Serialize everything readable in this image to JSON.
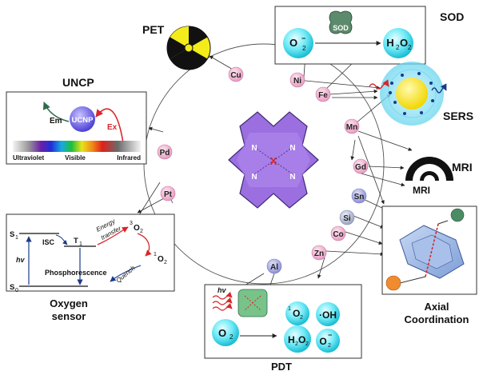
{
  "labels": {
    "pet": "PET",
    "sod": "SOD",
    "sers": "SERS",
    "mri": "MRI",
    "uncp": "UNCP",
    "oxygen_sensor_1": "Oxygen",
    "oxygen_sensor_2": "sensor",
    "pdt": "PDT",
    "axial_1": "Axial",
    "axial_2": "Coordination"
  },
  "elements": {
    "cu": "Cu",
    "ni": "Ni",
    "fe": "Fe",
    "mn": "Mn",
    "gd": "Gd",
    "sn": "Sn",
    "si": "Si",
    "co": "Co",
    "zn": "Zn",
    "al": "Al",
    "pt": "Pt",
    "pd": "Pd"
  },
  "porphyrin": {
    "n": "N",
    "metal": "X"
  },
  "sod_panel": {
    "enzyme": "SOD",
    "reactant": "O",
    "product": "H",
    "sub2": "2",
    "charge": "−"
  },
  "uncp_panel": {
    "nanoparticle": "UCNP",
    "em": "Em",
    "ex": "Ex",
    "spectrum": [
      "Ultraviolet",
      "Visible",
      "Infrared"
    ]
  },
  "oxygen_panel": {
    "s1": "S",
    "s0": "S",
    "t1": "T",
    "sub1": "1",
    "sub0": "0",
    "isc": "ISC",
    "hv": "hv",
    "phosphorescence": "Phosphorescence",
    "energy": "Energy",
    "transfer": "transfer",
    "quench": "Quench",
    "triplet_o2": "O",
    "singlet_o2": "O",
    "sup3": "3",
    "sup1": "1",
    "sub2": "2"
  },
  "mri_panel": {
    "label": "MRI"
  },
  "pdt_panel": {
    "hv": "hv",
    "o2": "O",
    "singlet": "O",
    "oh": "·OH",
    "h2o2": "H",
    "superoxide": "O",
    "sub2": "2",
    "sup1": "1",
    "charge": "−"
  },
  "colors": {
    "node_pink": "#f3b6d2",
    "node_purple": "#a7a8df",
    "node_gray": "#b7bfd9",
    "porphyrin": "#9b6fe0",
    "cyan": "#4fe0f0",
    "red_arrow": "#d8262a",
    "green_arrow": "#2e6b4c"
  }
}
